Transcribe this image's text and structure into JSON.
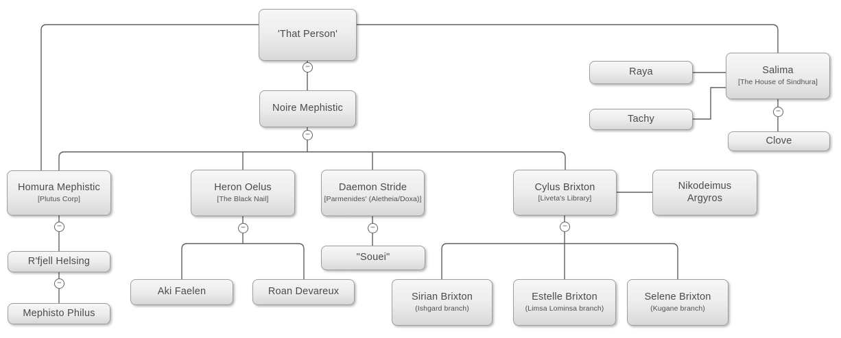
{
  "diagram": {
    "title": "family-tree",
    "colors": {
      "background": "#ffffff",
      "line": "#5f5f5f",
      "box_border": "#9d9d9d",
      "box_gradient_top": "#f7f7f7",
      "box_gradient_bottom": "#d8d8d8",
      "text": "#4a4a4a"
    }
  },
  "icons": {
    "collapse_glyph": "−",
    "collapse_meaning": "collapse-branch-toggle"
  },
  "nodes": {
    "that_person": {
      "name": "'That Person'"
    },
    "noire": {
      "name": "Noire Mephistic"
    },
    "raya": {
      "name": "Raya"
    },
    "salima": {
      "name": "Salima",
      "subtitle": "[The House of Sindhura]"
    },
    "tachy": {
      "name": "Tachy"
    },
    "clove": {
      "name": "Clove"
    },
    "homura": {
      "name": "Homura Mephistic",
      "subtitle": "[Plutus Corp]"
    },
    "rfjell": {
      "name": "R'fjell Helsing"
    },
    "mephisto": {
      "name": "Mephisto Philus"
    },
    "heron": {
      "name": "Heron Oelus",
      "subtitle": "[The Black Nail]"
    },
    "daemon": {
      "name": "Daemon Stride",
      "subtitle": "[Parmenides' (Aletheia/Doxa)]"
    },
    "souei": {
      "name": "\"Souei\""
    },
    "aki": {
      "name": "Aki Faelen"
    },
    "roan": {
      "name": "Roan Devareux"
    },
    "cylus": {
      "name": "Cylus Brixton",
      "subtitle": "[Liveta's Library]"
    },
    "nikodeimus": {
      "name": "Nikodeimus Argyros"
    },
    "sirian": {
      "name": "Sirian Brixton",
      "subtitle": "(Ishgard branch)"
    },
    "estelle": {
      "name": "Estelle Brixton",
      "subtitle": "(Limsa Lominsa branch)"
    },
    "selene": {
      "name": "Selene Brixton",
      "subtitle": "(Kugane branch)"
    }
  },
  "edges": [
    {
      "type": "couple",
      "between": [
        "that_person",
        "salima"
      ]
    },
    {
      "type": "couple",
      "between": [
        "raya",
        "salima"
      ]
    },
    {
      "type": "couple",
      "between": [
        "tachy",
        "salima"
      ]
    },
    {
      "type": "couple",
      "between": [
        "cylus",
        "nikodeimus"
      ]
    },
    {
      "type": "children",
      "parent": "that_person",
      "children": [
        "noire"
      ]
    },
    {
      "type": "children",
      "parent": "that_person+salima",
      "children": [
        "homura"
      ]
    },
    {
      "type": "children",
      "parent": "noire",
      "children": [
        "homura",
        "heron",
        "daemon",
        "cylus"
      ]
    },
    {
      "type": "children",
      "parent": "salima",
      "children": [
        "clove"
      ]
    },
    {
      "type": "children",
      "parent": "homura",
      "children": [
        "rfjell"
      ]
    },
    {
      "type": "children",
      "parent": "rfjell",
      "children": [
        "mephisto"
      ]
    },
    {
      "type": "children",
      "parent": "heron",
      "children": [
        "aki",
        "roan"
      ]
    },
    {
      "type": "children",
      "parent": "daemon",
      "children": [
        "souei"
      ]
    },
    {
      "type": "children",
      "parent": "cylus",
      "children": [
        "sirian",
        "estelle",
        "selene"
      ]
    }
  ]
}
